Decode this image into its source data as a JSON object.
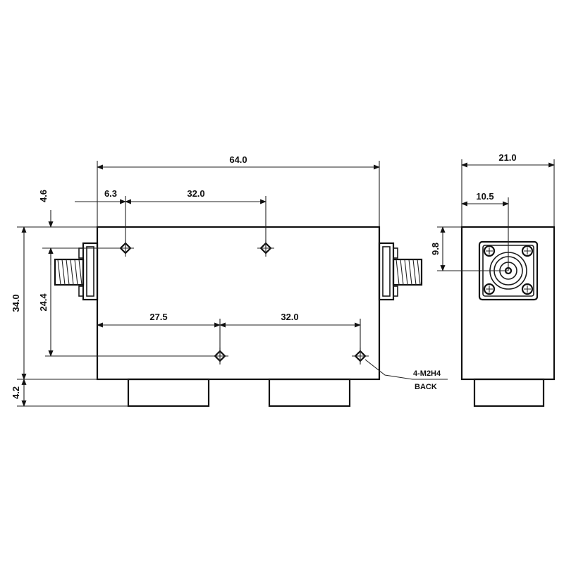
{
  "dimensions": {
    "overall_length": "64.0",
    "body_width": "21.0",
    "connector_offset_side": "10.5",
    "connector_offset_top": "9.8",
    "hole_offset_x": "6.3",
    "top_hole_spacing": "32.0",
    "top_hole_offset_y": "4.6",
    "body_height": "34.0",
    "hole_span_y": "24.4",
    "bottom_hole_offset_x": "27.5",
    "bottom_hole_spacing": "32.0",
    "foot_height": "4.2"
  },
  "notes": {
    "hole_spec": "4-M2H4",
    "hole_location": "BACK"
  }
}
